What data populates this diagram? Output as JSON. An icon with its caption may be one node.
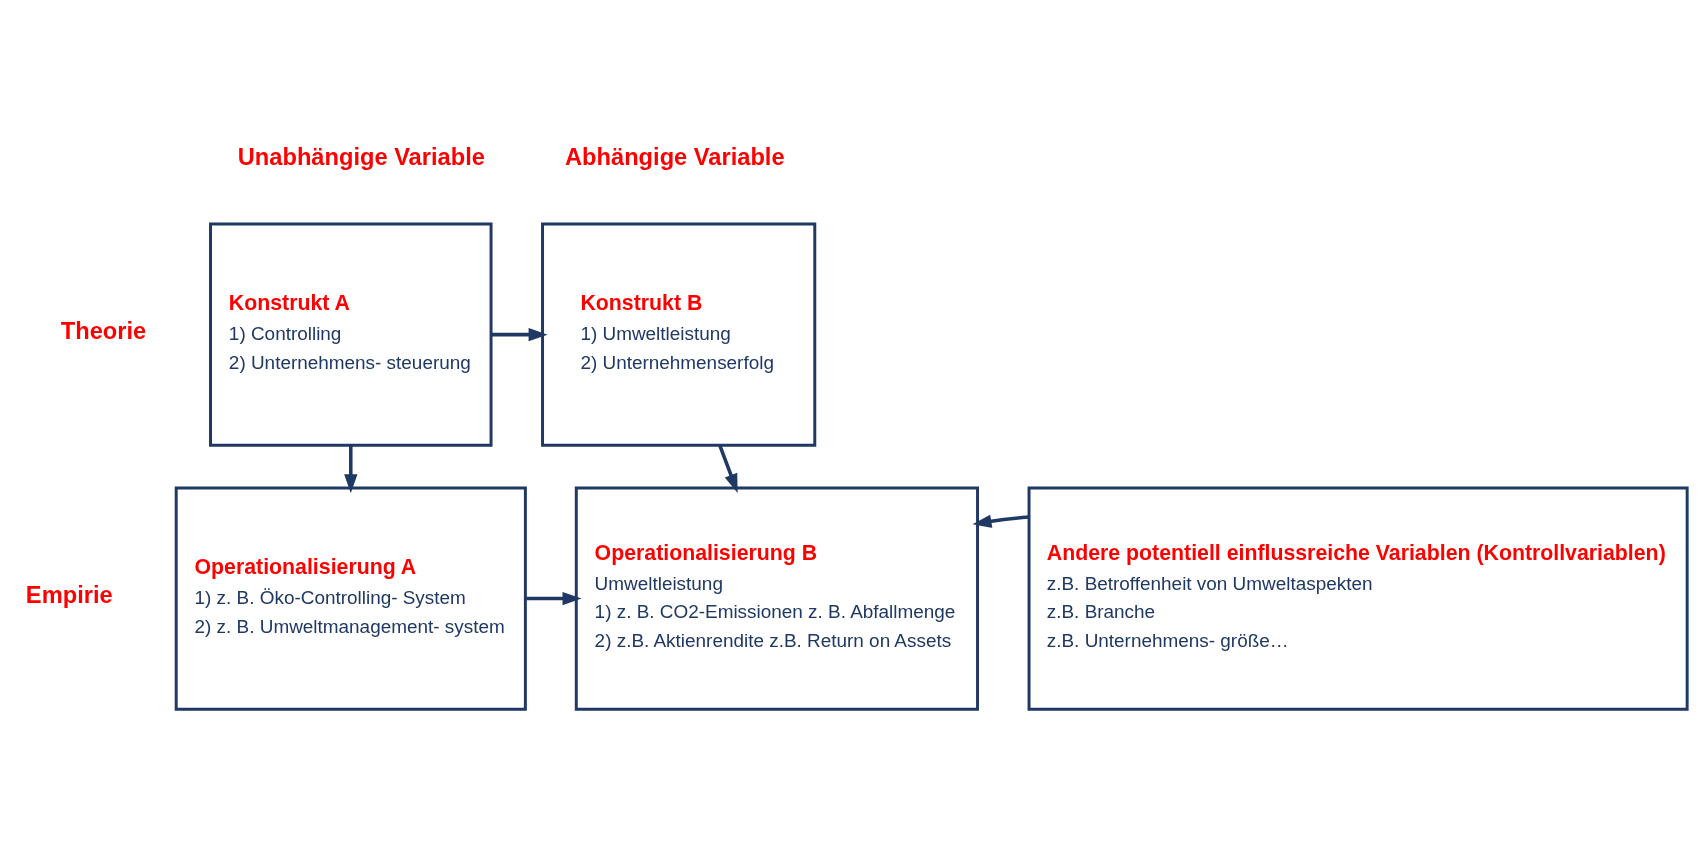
{
  "diagram": {
    "nodes": [
      {
        "text": [
          "Konstrukt A",
          "1) Controlling",
          "2) Unternehmens- steuerung"
        ]
      },
      {
        "text": [
          "Konstrukt B",
          "1) Umweltleistung",
          "2) Unternehmenserfolg"
        ]
      },
      {
        "text": [
          "Operationalisierung A",
          "1) z. B. Öko-Controlling- System",
          "2) z. B. Umweltmanagement- system"
        ]
      },
      {
        "text": [
          "Operationalisierung B",
          "Umweltleistung",
          "1) z. B. CO2-Emissionen z. B. Abfallmenge",
          "2) z.B. Aktienrendite z.B. Return on Assets"
        ]
      },
      {
        "text": [
          "Andere potentiell einflussreiche Variablen (Kontrollvariablen)",
          "z.B. Betroffenheit von Umweltaspekten",
          "z.B. Branche",
          "z.B. Unternehmens- größe…"
        ]
      }
    ],
    "edges": [
      {
        "from": 0,
        "to": 1,
        "arrow": "to"
      },
      {
        "from": 0,
        "to": 2,
        "arrow": "to"
      },
      {
        "from": 1,
        "to": 3,
        "arrow": "to"
      },
      {
        "from": 2,
        "to": 3,
        "arrow": "to"
      },
      {
        "from": 4,
        "to": 3,
        "arrow": "to"
      }
    ],
    "labels": [
      "Unabhängige Variable",
      "Abhängige Variable",
      "Theorie",
      "Empirie"
    ]
  }
}
